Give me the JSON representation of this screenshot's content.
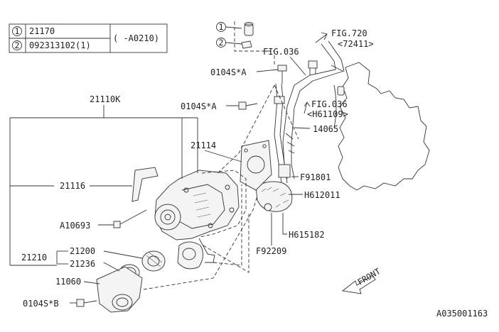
{
  "legend": {
    "rows": [
      {
        "num": "1",
        "part": "21170"
      },
      {
        "num": "2",
        "part": "092313102(1)"
      }
    ],
    "note": "( -A0210)"
  },
  "callouts": {
    "item1": "1",
    "item2": "2",
    "fig720": "FIG.720",
    "fig720_sub": "<72411>",
    "fig036_top": "FIG.036",
    "fig036_mid": "FIG.036",
    "fig036_mid_sub": "<H61109>",
    "bolt_a1": "0104S*A",
    "bolt_a2": "0104S*A",
    "hose_14065": "14065",
    "group_21110k": "21110K",
    "gasket_21114": "21114",
    "bracket_21116": "21116",
    "pipe_f91801": "F91801",
    "clamp_h612011": "H612011",
    "stud_a10693": "A10693",
    "clamp_h615182": "H615182",
    "thermo_21200": "21200",
    "thermo_21210": "21210",
    "gasket_21236": "21236",
    "clip_f92209": "F92209",
    "cover_11060": "11060",
    "bolt_b": "0104S*B",
    "front": "FRONT",
    "diagram_id": "A035001163"
  }
}
